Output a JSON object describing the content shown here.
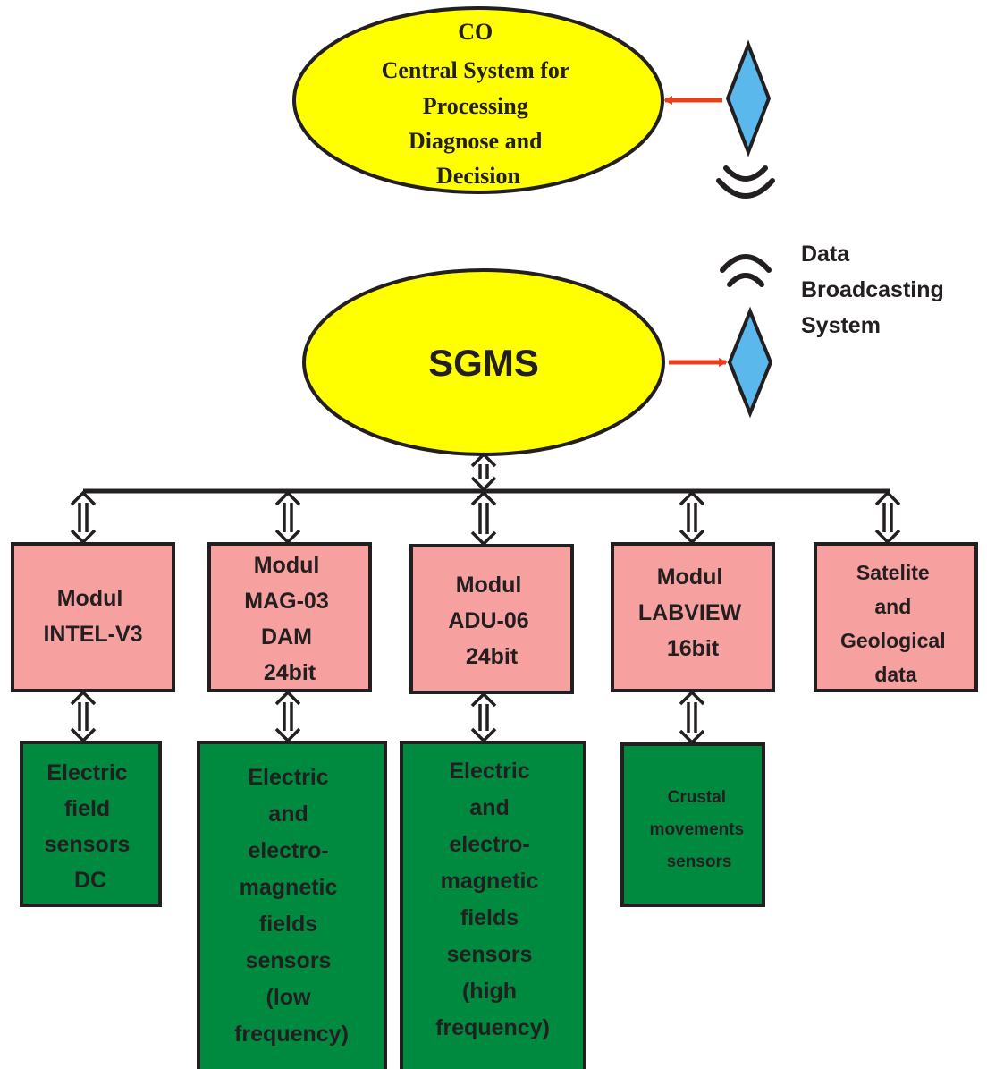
{
  "central": {
    "lines": [
      "CO",
      "Central System  for",
      "Processing",
      "Diagnose and",
      "Decision"
    ]
  },
  "sgms": {
    "label": "SGMS"
  },
  "broadcast": {
    "lines": [
      "Data",
      "Broadcasting",
      "System"
    ]
  },
  "modules": [
    {
      "lines": [
        "Modul",
        "INTEL-V3"
      ]
    },
    {
      "lines": [
        "Modul",
        "MAG-03",
        "DAM",
        "24bit"
      ]
    },
    {
      "lines": [
        "Modul",
        "ADU-06",
        "24bit"
      ]
    },
    {
      "lines": [
        "Modul",
        "LABVIEW",
        "16bit"
      ]
    },
    {
      "lines": [
        "Satelite",
        "and",
        "Geological",
        "data"
      ]
    }
  ],
  "sensors": [
    {
      "lines": [
        "Electric",
        "field",
        "sensors",
        "DC"
      ]
    },
    {
      "lines": [
        "Electric",
        "and",
        "electro-",
        "magnetic",
        "fields",
        "sensors",
        "(low",
        "frequency)"
      ]
    },
    {
      "lines": [
        "Electric",
        "and",
        "electro-",
        "magnetic",
        "fields",
        "sensors",
        "(high",
        "frequency)"
      ]
    },
    {
      "lines": [
        "Crustal",
        "movements",
        "sensors"
      ]
    }
  ],
  "colors": {
    "ellipse_fill": "#ffff00",
    "module_fill": "#f7a0a0",
    "sensor_fill": "#008a40",
    "antenna_fill": "#5bb8ec",
    "red_arrow": "#e8401c",
    "line": "#231f20"
  }
}
